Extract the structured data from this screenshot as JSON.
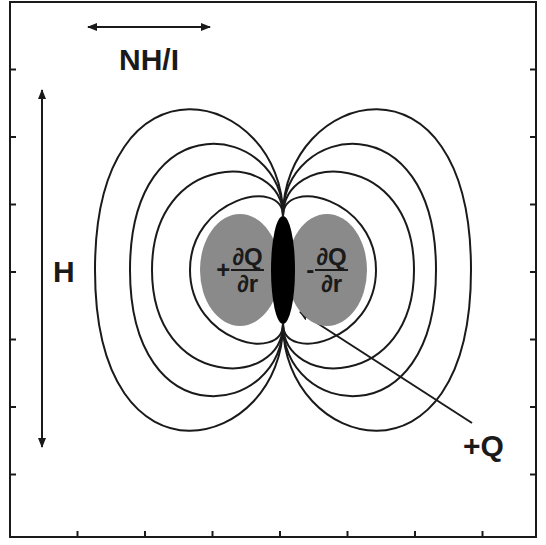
{
  "diagram": {
    "nodes": [
      {
        "text": [
          "+",
          "∂Q",
          "∂r"
        ]
      },
      {
        "text": [
          "-",
          "∂Q",
          "∂r"
        ]
      }
    ],
    "labels": [
      "NH/I",
      "H",
      "+Q"
    ]
  }
}
